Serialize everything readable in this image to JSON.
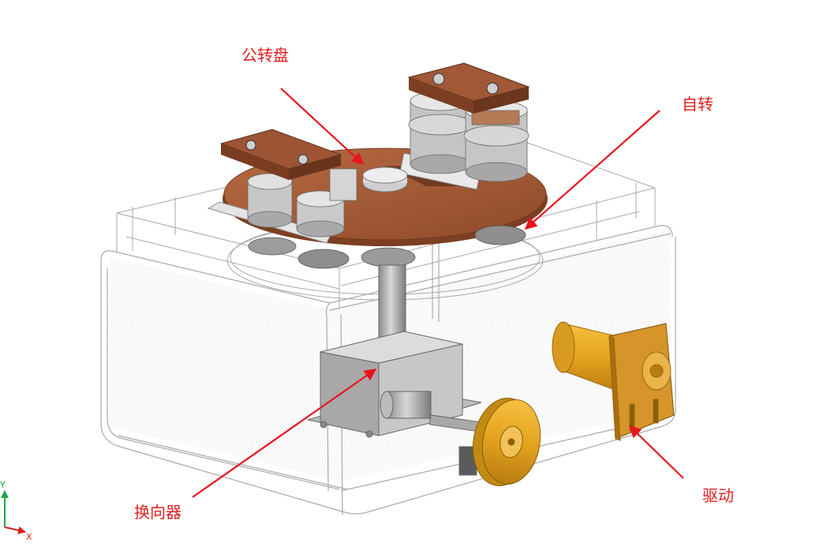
{
  "labels": {
    "revolution_disc": "公转盘",
    "self_rotation": "自转",
    "reverser": "换向器",
    "drive": "驱动"
  },
  "triad": {
    "y_axis": "Y",
    "x_axis": "X"
  },
  "colors": {
    "callout_text": "#e01f1f",
    "arrow": "#e8141e",
    "disc": "#a35a36",
    "bracket": "#8a4a2c",
    "motor": "#e3a21e",
    "gearbox": "#c9c9c9",
    "triad_y": "#1aa84a",
    "triad_x": "#d81e1e"
  }
}
